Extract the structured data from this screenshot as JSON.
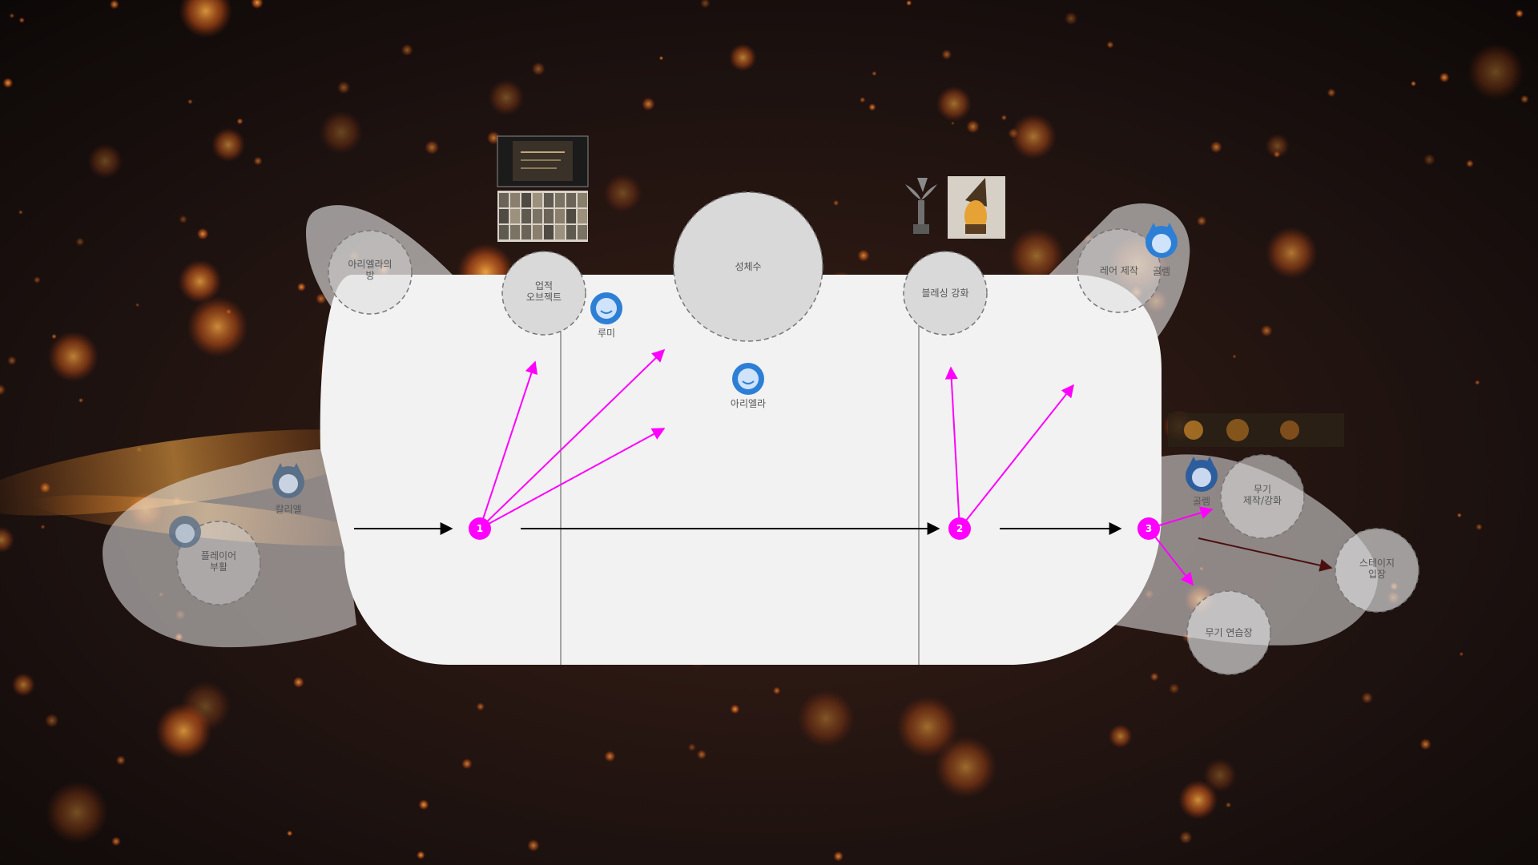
{
  "colors": {
    "accent": "#ff00ff",
    "flow_arrow": "#000000",
    "room_fill": "#f2f2f2",
    "node_fill": "#d9d9d9",
    "avatar_blue": "#2d7fd6",
    "avatar_grey": "#5a6f88",
    "background": "#1a0f0c",
    "ember": "#ff8a1f"
  },
  "nodes": {
    "ariella_room": "아리엘라의\n방",
    "achievement_object": "업적\n오브젝트",
    "holy_water": "성체수",
    "blessing_enhance": "블레싱 강화",
    "item_craft": "레어 제작",
    "weapon_craft": "무기\n제작/강화",
    "stage_entry": "스테이지\n입장",
    "weapon_practice": "무기 연습장",
    "player_revive": "플레이어\n부활"
  },
  "characters": {
    "rumi": "루미",
    "ariella": "아리엘라",
    "kaliel": "칼리엘",
    "golem_top": "골렘",
    "golem_right": "골렘"
  },
  "markers": [
    "1",
    "2",
    "3"
  ]
}
